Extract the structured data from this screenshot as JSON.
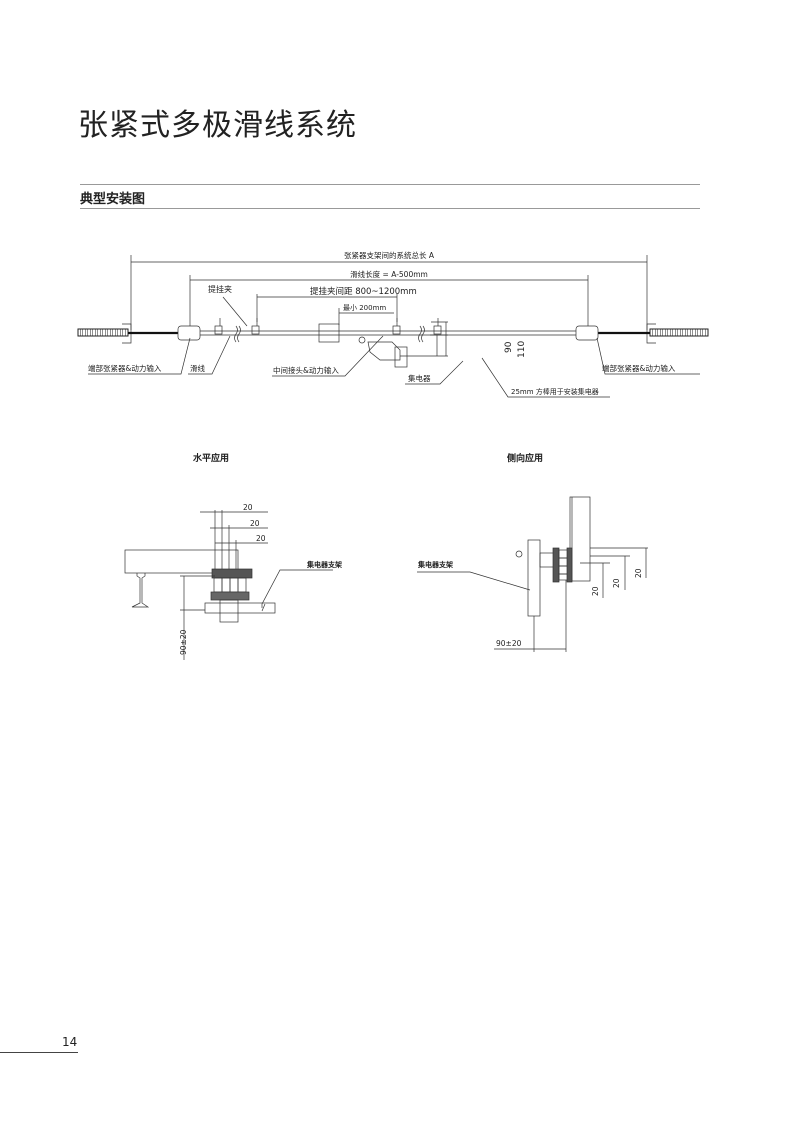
{
  "page": {
    "title": "张紧式多极滑线系统",
    "section": "典型安装图",
    "page_number": "14"
  },
  "overview_drawing": {
    "dim_total": "张紧器支架间的系统总长 A",
    "dim_rail_length": "滑线长度 = A-500mm",
    "dim_hanger_spacing": "提挂夹间距 800~1200mm",
    "dim_min": "最小 200mm",
    "dim_90": "90",
    "dim_110": "110",
    "label_hanger": "提挂夹",
    "label_end_tensioner_left": "端部张紧器&动力输入",
    "label_rail": "滑线",
    "label_joint": "中间接头&动力输入",
    "label_collector": "集电器",
    "label_square_bar": "25mm 方棒用于安装集电器",
    "label_end_tensioner_right": "端部张紧器&动力输入"
  },
  "horizontal_app": {
    "title": "水平应用",
    "dims": [
      "20",
      "20",
      "20"
    ],
    "dim_height": "90±20",
    "label_bracket": "集电器支架"
  },
  "lateral_app": {
    "title": "侧向应用",
    "dims": [
      "20",
      "20",
      "20"
    ],
    "dim_width": "90±20",
    "label_bracket": "集电器支架"
  }
}
